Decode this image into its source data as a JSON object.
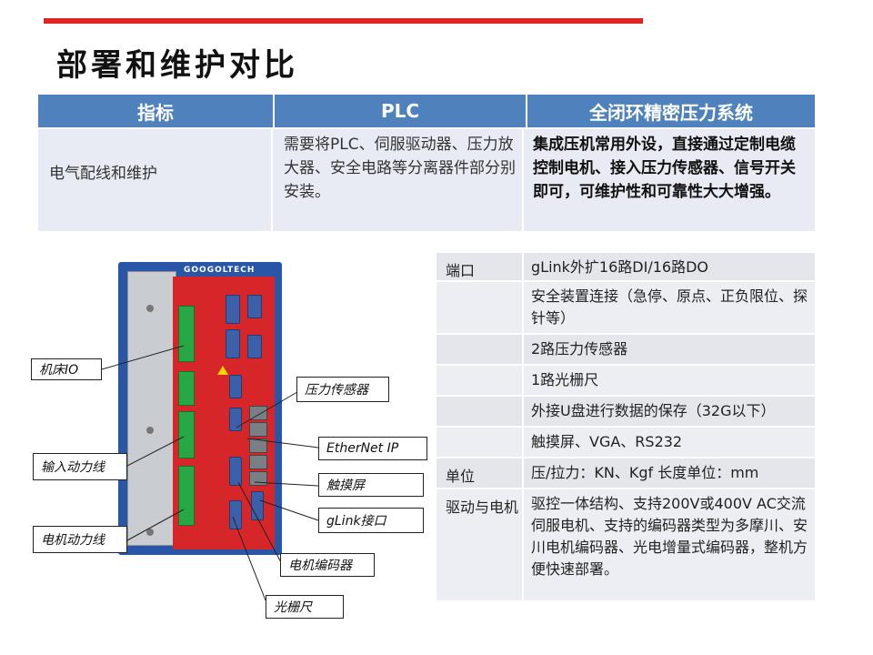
{
  "title": "部署和维护对比",
  "compare": {
    "headers": [
      "指标",
      "PLC",
      "全闭环精密压力系统"
    ],
    "row": {
      "metric": "电气配线和维护",
      "plc": "需要将PLC、伺服驱动器、压力放大器、安全电路等分离器件部分别安装。",
      "system": "集成压机常用外设，直接通过定制电缆控制电机、接入压力传感器、信号开关即可，可维护性和可靠性大大增强。"
    }
  },
  "spec": [
    {
      "key": "端口",
      "value": "gLink外扩16路DI/16路DO"
    },
    {
      "key": "",
      "value": "安全装置连接（急停、原点、正负限位、探针等）"
    },
    {
      "key": "",
      "value": "2路压力传感器"
    },
    {
      "key": "",
      "value": "1路光栅尺"
    },
    {
      "key": "",
      "value": "外接U盘进行数据的保存（32G以下）"
    },
    {
      "key": "",
      "value": "触摸屏、VGA、RS232"
    },
    {
      "key": "单位",
      "value": "压/拉力：KN、Kgf 长度单位：mm"
    },
    {
      "key": "驱动与电机",
      "value": "驱控一体结构、支持200V或400V AC交流伺服电机、支持的编码器类型为多摩川、安川电机编码器、光电增量式编码器，整机方便快速部署。"
    }
  ],
  "device": {
    "brand": "GOOGOLTECH"
  },
  "callouts": {
    "machine_io": "机床IO",
    "pressure_sensor": "压力传感器",
    "input_power": "输入动力线",
    "ethernet": "EtherNet IP",
    "touchscreen": "触摸屏",
    "glink": "gLink接口",
    "motor_power": "电机动力线",
    "motor_encoder": "电机编码器",
    "grating": "光栅尺"
  },
  "colors": {
    "accent_bar": "#e02424",
    "table_header": "#4f81bd",
    "device_body": "#d6262a",
    "device_frame": "#2a56a8"
  }
}
